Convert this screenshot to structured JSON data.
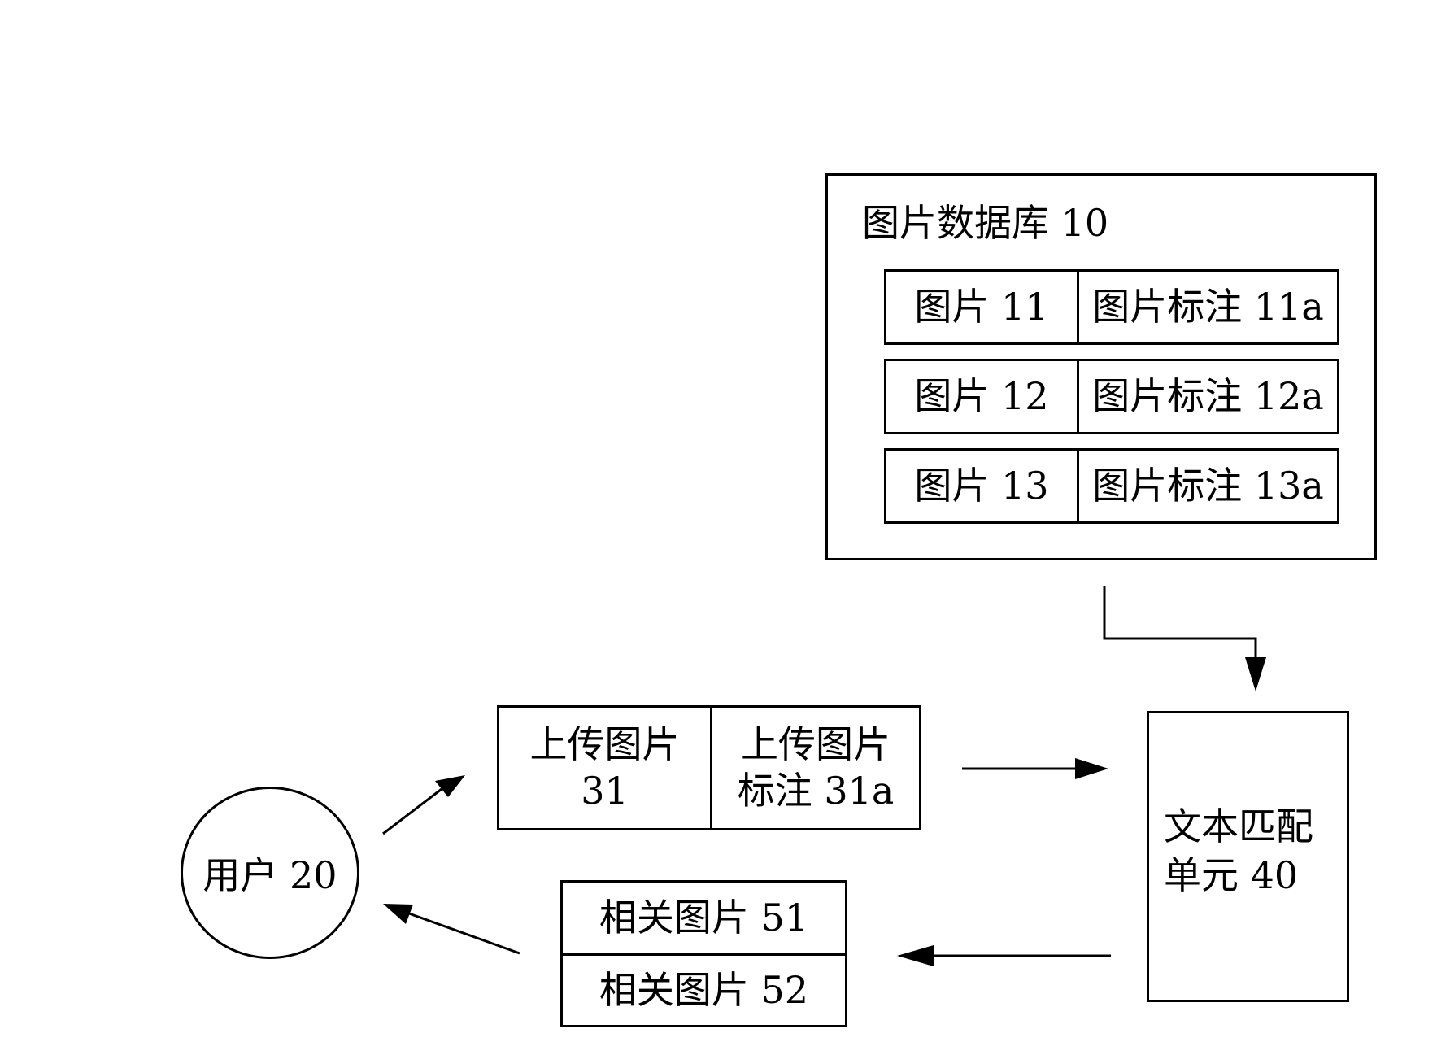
{
  "database": {
    "title": "图片数据库 10",
    "rows": [
      {
        "image": "图片 11",
        "annotation": "图片标注 11a"
      },
      {
        "image": "图片 12",
        "annotation": "图片标注 12a"
      },
      {
        "image": "图片 13",
        "annotation": "图片标注 13a"
      }
    ]
  },
  "upload": {
    "image_line1": "上传图片",
    "image_line2": "31",
    "annotation_line1": "上传图片",
    "annotation_line2": "标注 31a"
  },
  "matching_unit": {
    "line1": "文本匹配",
    "line2": "单元 40"
  },
  "related": {
    "row1": "相关图片 51",
    "row2": "相关图片 52"
  },
  "user": {
    "label": "用户 20"
  }
}
